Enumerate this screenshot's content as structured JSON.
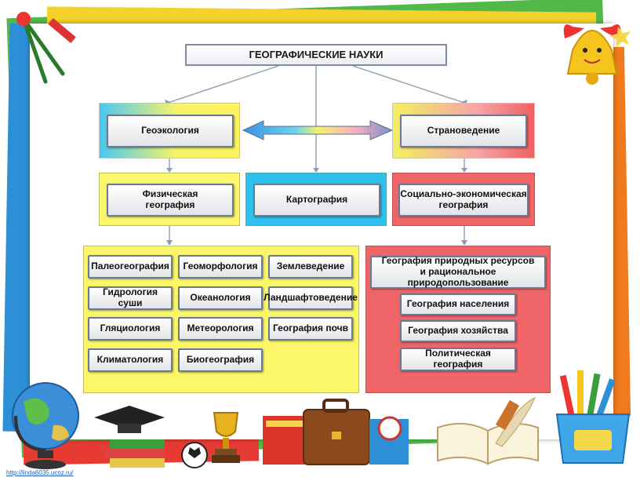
{
  "title": "ГЕОГРАФИЧЕСКИЕ НАУКИ",
  "level1": {
    "left": "Геоэкология",
    "right": "Страноведение"
  },
  "level2": {
    "left": "Физическая\nгеография",
    "center": "Картография",
    "right": "Социально-экономическая\nгеография"
  },
  "physical": [
    "Палеогеография",
    "Геоморфология",
    "Землеведение",
    "Гидрология суши",
    "Океанология",
    "Ландшафтоведение",
    "Гляциология",
    "Метеорология",
    "География почв",
    "Климатология",
    "Биогеография"
  ],
  "economic": [
    "География природных ресурсов\nи рациональное природопользование",
    "География населения",
    "География хозяйства",
    "Политическая география"
  ],
  "footer_link": "http://linda6035.ucoz.ru/",
  "colors": {
    "yellow": "#fbf66a",
    "blue": "#2ec1ee",
    "red": "#f06668",
    "frame_green": "#52b848"
  }
}
